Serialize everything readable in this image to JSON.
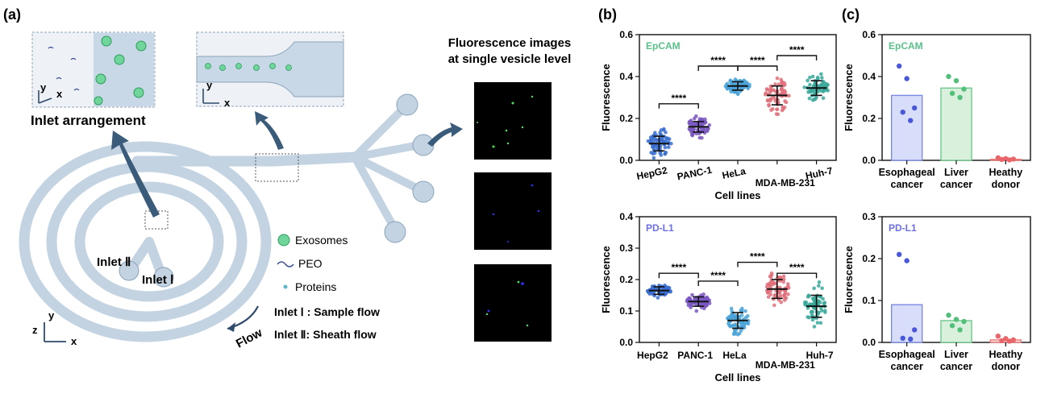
{
  "panel_a": {
    "label": "(a)",
    "inlet_caption": "Inlet arrangement",
    "fluor_title_1": "Fluorescence images",
    "fluor_title_2": "at single vesicle level",
    "axis_y": "y",
    "axis_x": "x",
    "axis_z": "z",
    "inlet_2": "Inlet Ⅱ",
    "inlet_1": "Inlet Ⅰ",
    "flow": "Flow",
    "legend": {
      "exosomes": "Exosomes",
      "peo": "PEO",
      "proteins": "Proteins",
      "inlet1_desc": "Inlet Ⅰ : Sample flow",
      "inlet2_desc": "Inlet Ⅱ: Sheath flow"
    },
    "colors": {
      "channel": "#c3d3e2",
      "channel_edge": "#8aa4bb",
      "arrow": "#3b5b7a",
      "exosome": "#5fd08a"
    }
  },
  "panel_b_label": "(b)",
  "panel_c_label": "(c)",
  "chart_data": [
    {
      "id": "b-epcam",
      "type": "scatter",
      "title": "EpCAM",
      "title_color": "#5cc08a",
      "xlabel": "Cell lines",
      "ylabel": "Fluorescence",
      "ylim": [
        0,
        0.6
      ],
      "yticks": [
        "0.0",
        "0.2",
        "0.4",
        "0.6"
      ],
      "categories": [
        "HepG2",
        "PANC-1",
        "HeLa",
        "MDA-MB-231",
        "Huh-7"
      ],
      "colors": [
        "#3a6fd0",
        "#7a57c2",
        "#4aa3d8",
        "#e0707a",
        "#3aa89a"
      ],
      "means": [
        0.08,
        0.16,
        0.355,
        0.31,
        0.345
      ],
      "sds": [
        0.035,
        0.025,
        0.02,
        0.045,
        0.035
      ],
      "spread": [
        [
          0.0,
          0.17
        ],
        [
          0.1,
          0.24
        ],
        [
          0.31,
          0.41
        ],
        [
          0.22,
          0.42
        ],
        [
          0.27,
          0.46
        ]
      ],
      "significance": [
        {
          "from": 0,
          "to": 1,
          "label": "****",
          "y": 0.27
        },
        {
          "from": 1,
          "to": 2,
          "label": "****",
          "y": 0.45
        },
        {
          "from": 2,
          "to": 3,
          "label": "****",
          "y": 0.45
        },
        {
          "from": 3,
          "to": 4,
          "label": "****",
          "y": 0.5
        }
      ]
    },
    {
      "id": "b-pdl1",
      "type": "scatter",
      "title": "PD-L1",
      "title_color": "#6d6fe0",
      "xlabel": "Cell lines",
      "ylabel": "Fluorescence",
      "ylim": [
        0,
        0.4
      ],
      "yticks": [
        "0.0",
        "0.1",
        "0.2",
        "0.3",
        "0.4"
      ],
      "categories": [
        "HepG2",
        "PANC-1",
        "HeLa",
        "MDA-MB-231",
        "Huh-7"
      ],
      "colors": [
        "#3a6fd0",
        "#7a57c2",
        "#4aa3d8",
        "#e0707a",
        "#3aa89a"
      ],
      "means": [
        0.165,
        0.13,
        0.07,
        0.17,
        0.115
      ],
      "sds": [
        0.012,
        0.015,
        0.025,
        0.03,
        0.035
      ],
      "spread": [
        [
          0.14,
          0.2
        ],
        [
          0.09,
          0.17
        ],
        [
          0.01,
          0.13
        ],
        [
          0.1,
          0.25
        ],
        [
          0.03,
          0.21
        ]
      ],
      "significance": [
        {
          "from": 0,
          "to": 1,
          "label": "****",
          "y": 0.22
        },
        {
          "from": 1,
          "to": 2,
          "label": "****",
          "y": 0.195
        },
        {
          "from": 2,
          "to": 3,
          "label": "****",
          "y": 0.255
        },
        {
          "from": 3,
          "to": 4,
          "label": "****",
          "y": 0.22
        }
      ]
    },
    {
      "id": "c-epcam",
      "type": "bar",
      "title": "EpCAM",
      "title_color": "#5cc08a",
      "ylabel": "Fluorescence",
      "ylim": [
        0,
        0.6
      ],
      "yticks": [
        "0.0",
        "0.2",
        "0.4",
        "0.6"
      ],
      "categories": [
        "Esophageal cancer",
        "Liver cancer",
        "Heathy donor"
      ],
      "category_lines": [
        [
          "Esophageal",
          "cancer"
        ],
        [
          "Liver",
          "cancer"
        ],
        [
          "Heathy",
          "donor"
        ]
      ],
      "values": [
        0.31,
        0.345,
        0.005
      ],
      "points": [
        [
          0.45,
          0.39,
          0.25,
          0.23,
          0.19
        ],
        [
          0.4,
          0.38,
          0.34,
          0.32,
          0.3
        ],
        [
          0.012,
          0.008,
          0.006,
          0.004,
          0.002
        ]
      ],
      "bar_fills": [
        "#d8defa",
        "#d8f0dc",
        "#fbdede"
      ],
      "bar_strokes": [
        "#7c8ae0",
        "#6fc98c",
        "#e87a7a"
      ],
      "point_colors": [
        "#4a58d8",
        "#52c07a",
        "#e8666a"
      ]
    },
    {
      "id": "c-pdl1",
      "type": "bar",
      "title": "PD-L1",
      "title_color": "#6d6fe0",
      "ylabel": "Fluorescence",
      "ylim": [
        0,
        0.3
      ],
      "yticks": [
        "0.0",
        "0.1",
        "0.2",
        "0.3"
      ],
      "categories": [
        "Esophageal cancer",
        "Liver cancer",
        "Heathy donor"
      ],
      "category_lines": [
        [
          "Esophageal",
          "cancer"
        ],
        [
          "Liver",
          "cancer"
        ],
        [
          "Heathy",
          "donor"
        ]
      ],
      "values": [
        0.09,
        0.052,
        0.006
      ],
      "points": [
        [
          0.21,
          0.195,
          0.03,
          0.01,
          0.008
        ],
        [
          0.065,
          0.055,
          0.05,
          0.04,
          0.03
        ],
        [
          0.015,
          0.009,
          0.006,
          0.004,
          0.003
        ]
      ],
      "bar_fills": [
        "#d8defa",
        "#d8f0dc",
        "#fbdede"
      ],
      "bar_strokes": [
        "#7c8ae0",
        "#6fc98c",
        "#e87a7a"
      ],
      "point_colors": [
        "#4a58d8",
        "#52c07a",
        "#e8666a"
      ]
    }
  ]
}
